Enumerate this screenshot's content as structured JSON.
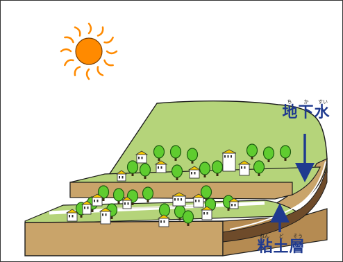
{
  "labels": {
    "groundwater": {
      "text": "地下水",
      "ruby": [
        "ち",
        "か",
        "すい"
      ]
    },
    "clay_layer": {
      "text": "粘土層",
      "ruby": [
        "ねん",
        "ど",
        "そう"
      ]
    }
  },
  "colors": {
    "grass": "#b5d47a",
    "grass_dark": "#9dc061",
    "soil": "#c9a46a",
    "soil_dark": "#a8844e",
    "clay": "#6e4b2a",
    "water_arrow": "#1f3a8f",
    "label_text": "#1f3a8f",
    "sun": "#ff8a00",
    "sun_ray": "#ff8a00",
    "tree": "#5fcc2f",
    "tree_outline": "#1d5a10",
    "house_wall": "#ffffff",
    "house_roof": "#f5c800",
    "groundwater_flow": "#ffffff"
  }
}
